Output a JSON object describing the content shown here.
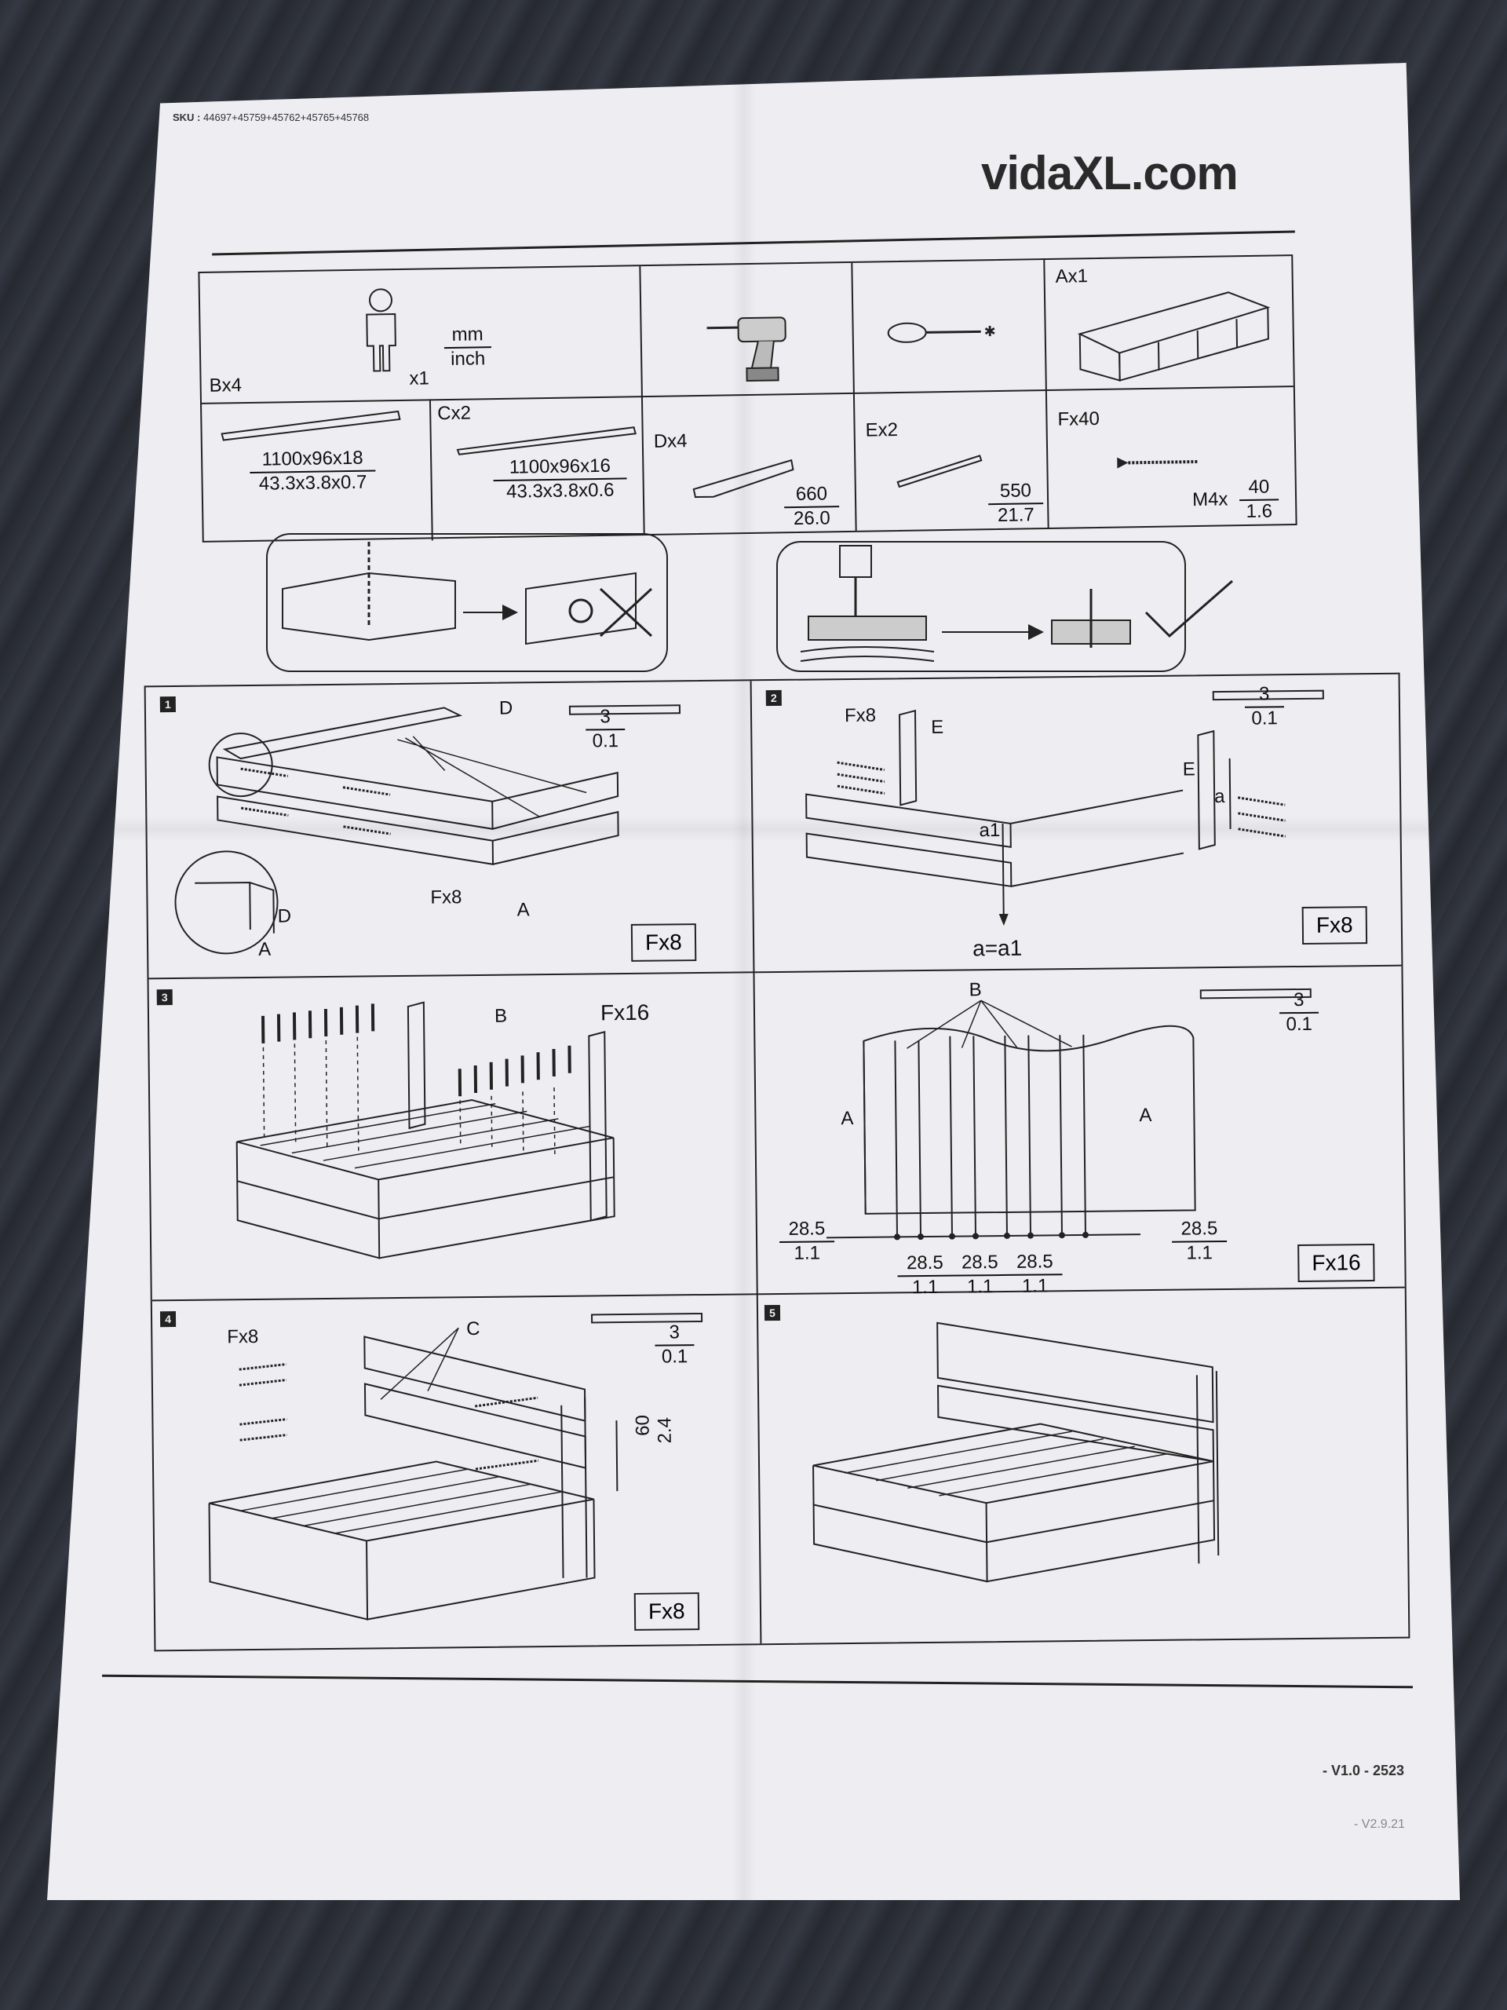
{
  "header": {
    "sku_label": "SKU :",
    "sku_value": "44697+45759+45762+45765+45768",
    "logo": "vidaXL.com"
  },
  "parts_table": {
    "person_qty": "x1",
    "units_top": "mm",
    "units_bottom": "inch",
    "A_label": "Ax1",
    "B_label": "Bx4",
    "B_mm": "1100x96x18",
    "B_inch": "43.3x3.8x0.7",
    "C_label": "Cx2",
    "C_mm": "1100x96x16",
    "C_inch": "43.3x3.8x0.6",
    "D_label": "Dx4",
    "D_mm": "660",
    "D_inch": "26.0",
    "E_label": "Ex2",
    "E_mm": "550",
    "E_inch": "21.7",
    "F_label": "Fx40",
    "F_size": "M4x",
    "F_mm": "40",
    "F_inch": "1.6"
  },
  "steps": {
    "s1": {
      "num": "1",
      "drill_mm": "3",
      "drill_inch": "0.1",
      "lbl_D": "D",
      "lbl_Fx8": "Fx8",
      "lbl_A": "A",
      "lbl_D2": "D",
      "lbl_A2": "A",
      "box": "Fx8"
    },
    "s2": {
      "num": "2",
      "lbl_Fx8": "Fx8",
      "lbl_E1": "E",
      "lbl_E2": "E",
      "lbl_a": "a",
      "lbl_a1": "a1",
      "eq": "a=a1",
      "drill_mm": "3",
      "drill_inch": "0.1",
      "box": "Fx8"
    },
    "s3": {
      "num": "3",
      "lbl_B": "B",
      "lbl_Fx16": "Fx16",
      "lbl_B2": "B",
      "lbl_A1": "A",
      "lbl_A2": "A",
      "gap_left_mm": "28.5",
      "gap_left_inch": "1.1",
      "gap_mid": [
        {
          "mm": "28.5",
          "inch": "1.1"
        },
        {
          "mm": "28.5",
          "inch": "1.1"
        },
        {
          "mm": "28.5",
          "inch": "1.1"
        }
      ],
      "gap_right_mm": "28.5",
      "gap_right_inch": "1.1",
      "drill_mm": "3",
      "drill_inch": "0.1",
      "box": "Fx16"
    },
    "s4": {
      "num": "4",
      "lbl_Fx8": "Fx8",
      "lbl_C": "C",
      "drill_mm": "3",
      "drill_inch": "0.1",
      "dim_mm": "60",
      "dim_inch": "2.4",
      "box": "Fx8"
    },
    "s5": {
      "num": "5"
    }
  },
  "footer": {
    "version": "- V1.0 - 2523",
    "version2": "- V2.9.21"
  }
}
